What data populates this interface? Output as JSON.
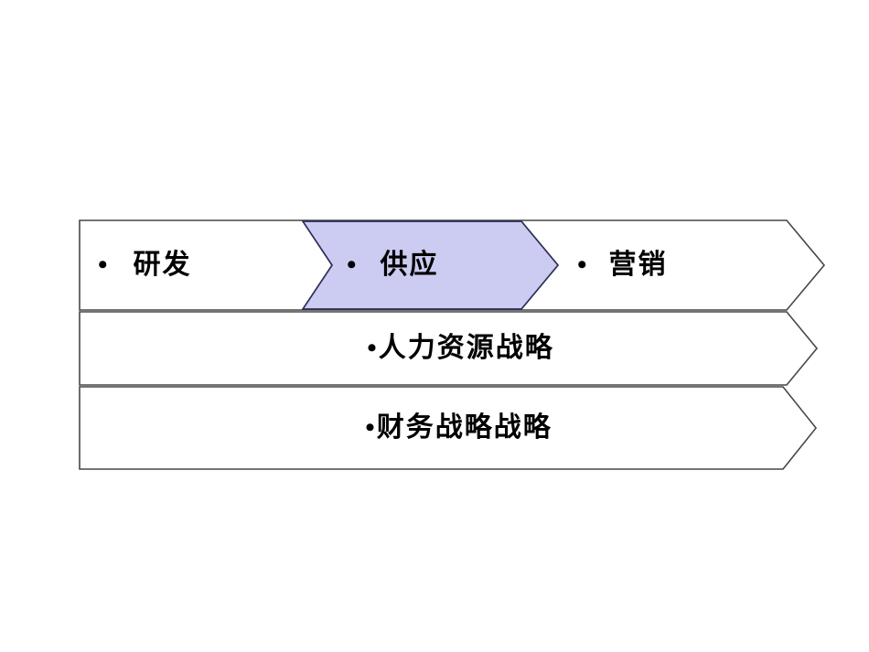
{
  "slide": {
    "background": "#ffffff"
  },
  "colors": {
    "band_fill": "#ffffff",
    "band_border": "#474747",
    "highlight_fill": "#ccccf2",
    "highlight_border": "#2d2d55",
    "text_color": "#000000"
  },
  "process_row": {
    "items": [
      {
        "bullet": "•",
        "label": "研发",
        "highlighted": false
      },
      {
        "bullet": "•",
        "label": "供应",
        "highlighted": true
      },
      {
        "bullet": "•",
        "label": "营销",
        "highlighted": false
      }
    ]
  },
  "strategy_rows": [
    {
      "label": "•人力资源战略"
    },
    {
      "label": "•财务战略战略"
    }
  ]
}
